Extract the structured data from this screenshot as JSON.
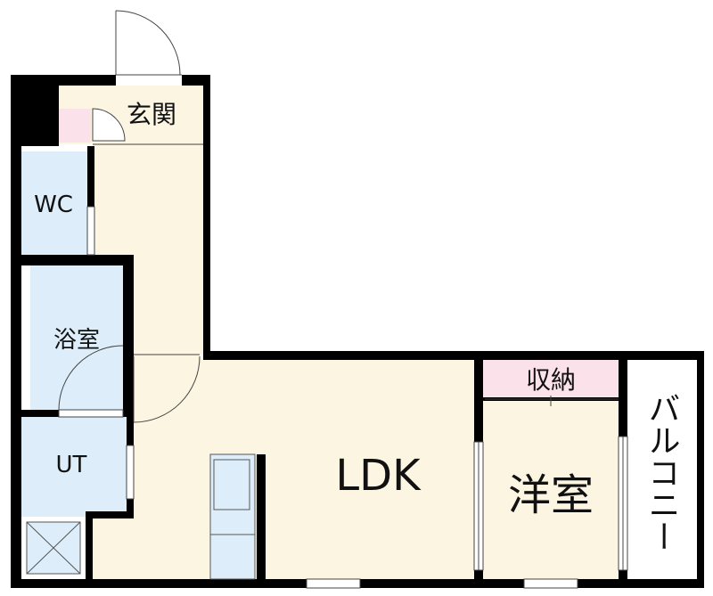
{
  "floor_plan": {
    "rooms": {
      "entrance": "玄関",
      "wc": "WC",
      "bathroom": "浴室",
      "utility": "UT",
      "ldk": "LDK",
      "western_room": "洋室",
      "storage": "収納",
      "balcony": "バルコニー"
    },
    "colors": {
      "wall": "#000000",
      "floor": "#fcf5e2",
      "wet_area": "#ddeefa",
      "closet": "#fbe2ea",
      "balcony": "#ffffff",
      "fixture": "#ddeefa"
    }
  }
}
